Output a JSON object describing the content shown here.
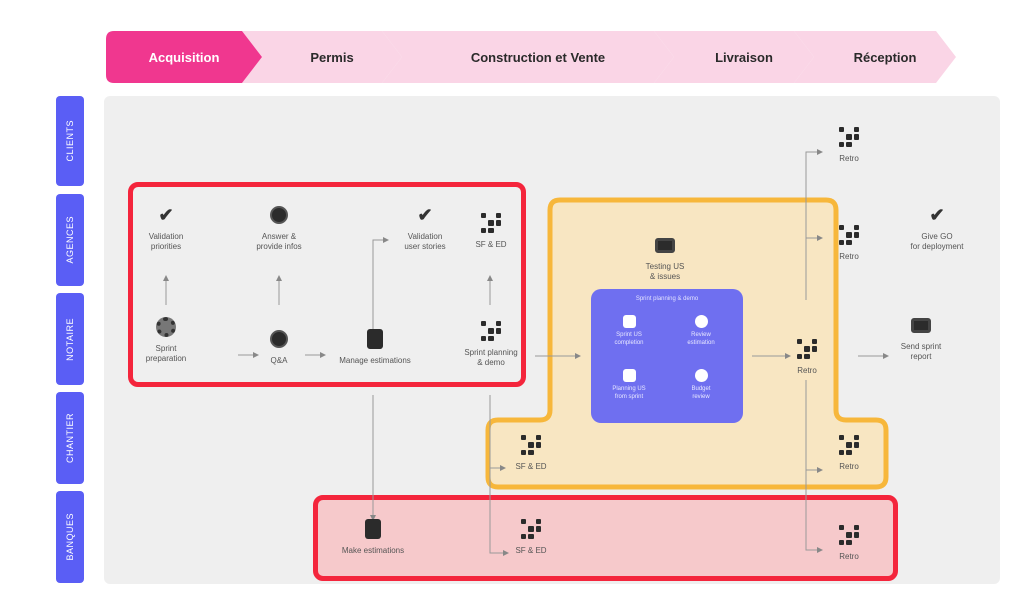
{
  "phases": [
    {
      "label": "Acquisition",
      "active": true
    },
    {
      "label": "Permis",
      "active": false
    },
    {
      "label": "Construction et Vente",
      "active": false
    },
    {
      "label": "Livraison",
      "active": false
    },
    {
      "label": "Réception",
      "active": false
    }
  ],
  "lanes": [
    "CLIENTS",
    "AGENCES",
    "NOTAIRE",
    "CHANTIER",
    "BANQUES"
  ],
  "colors": {
    "phase_active": "#f0378f",
    "phase_inactive": "#fad5e6",
    "lane": "#5a5ef5",
    "group_red": "#f4253c",
    "group_yellow": "#f7b73b",
    "group_purple": "#6f6ff0"
  },
  "nodes": {
    "validation_priorities": {
      "label": "Validation\npriorities",
      "icon": "check-icon"
    },
    "answer_provide_infos": {
      "label": "Answer &\nprovide infos",
      "icon": "circle-icon"
    },
    "validation_user_stories": {
      "label": "Validation\nuser stories",
      "icon": "check-icon"
    },
    "sf_ed_agences": {
      "label": "SF & ED",
      "icon": "qr-icon"
    },
    "sprint_preparation": {
      "label": "Sprint\npreparation",
      "icon": "gear-icon"
    },
    "qa": {
      "label": "Q&A",
      "icon": "circle-icon"
    },
    "manage_estimations": {
      "label": "Manage estimations",
      "icon": "doc-icon"
    },
    "sprint_planning_demo": {
      "label": "Sprint planning\n& demo",
      "icon": "qr-icon"
    },
    "testing_issues": {
      "label": "Testing US\n& issues",
      "icon": "screen-icon"
    },
    "sf_ed_chantier": {
      "label": "SF & ED",
      "icon": "qr-icon"
    },
    "retro_notaire": {
      "label": "Retro",
      "icon": "qr-icon"
    },
    "retro_clients": {
      "label": "Retro",
      "icon": "qr-icon"
    },
    "retro_agences": {
      "label": "Retro",
      "icon": "qr-icon"
    },
    "give_go_deployment": {
      "label": "Give GO\nfor deployment",
      "icon": "check-icon"
    },
    "send_sprint_report": {
      "label": "Send sprint\nreport",
      "icon": "screen-icon"
    },
    "retro_chantier": {
      "label": "Retro",
      "icon": "qr-icon"
    },
    "make_estimations": {
      "label": "Make estimations",
      "icon": "doc-icon"
    },
    "sf_ed_banques": {
      "label": "SF & ED",
      "icon": "qr-icon"
    },
    "retro_banques": {
      "label": "Retro",
      "icon": "qr-icon"
    }
  },
  "purple_group": {
    "title": "Sprint planning & demo",
    "items": [
      {
        "label": "Sprint US\ncompletion",
        "icon": "square-icon"
      },
      {
        "label": "Review\nestimation",
        "icon": "circle-icon"
      },
      {
        "label": "Planning US\nfrom sprint",
        "icon": "square-icon"
      },
      {
        "label": "Budget\nreview",
        "icon": "circle-icon"
      }
    ]
  }
}
